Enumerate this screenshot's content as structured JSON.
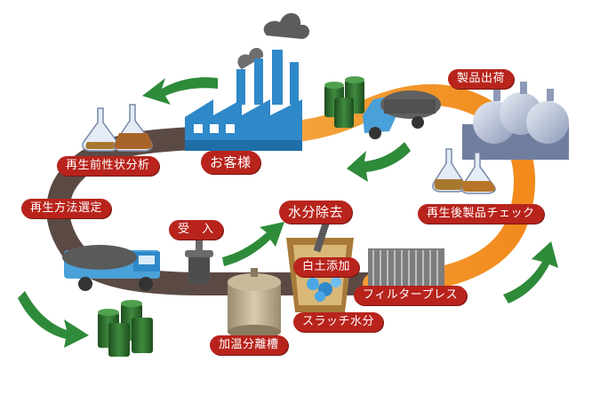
{
  "colors": {
    "label_bg": "#b8241c",
    "label_text": "#ffffff",
    "path_dark": "#5b4a44",
    "path_orange": "#f08a24",
    "arrow_green": "#2e8b3a",
    "factory_blue": "#2f88c8",
    "tank_green": "#2d6b2d"
  },
  "labels": {
    "pre_analysis": "再生前性状分析",
    "customer": "お客様",
    "product_shipping": "製品出荷",
    "method_selection": "再生方法選定",
    "receiving": "受　入",
    "dehydration": "水分除去",
    "clay_addition": "白土添加",
    "post_check": "再生後製品チェック",
    "filter_press": "フィルタープレス",
    "sludge_water": "スラッチ水分",
    "heating_tank": "加温分離槽"
  },
  "icons": {
    "factory": "factory-icon",
    "truck": "tanker-truck-icon",
    "drums": "oil-drum-icon",
    "flask": "flask-icon",
    "storage": "storage-tank-icon",
    "filter": "filter-press-icon"
  }
}
